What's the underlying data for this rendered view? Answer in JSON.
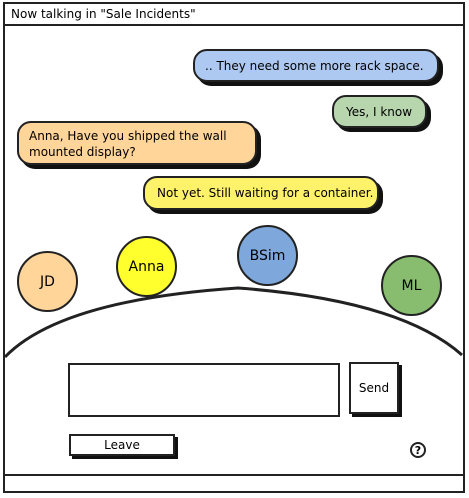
{
  "window": {
    "title": "Now talking in \"Sale Incidents\""
  },
  "messages": [
    {
      "text": ".. They need some more rack space.",
      "color": "#aec9f1"
    },
    {
      "text": "Yes, I know",
      "color": "#b8d6ae"
    },
    {
      "text": "Anna, Have you shipped the wall mounted display?",
      "color": "#ffd59a"
    },
    {
      "text": "Not yet. Still waiting for a container.",
      "color": "#fff26b"
    }
  ],
  "participants": [
    {
      "label": "JD",
      "color": "#ffd59a"
    },
    {
      "label": "Anna",
      "color": "#ffff2e"
    },
    {
      "label": "BSim",
      "color": "#7ea7dc"
    },
    {
      "label": "ML",
      "color": "#88bd70"
    }
  ],
  "composer": {
    "value": "",
    "send_label": "Send"
  },
  "footer": {
    "leave_label": "Leave",
    "help_icon": "help-icon"
  }
}
